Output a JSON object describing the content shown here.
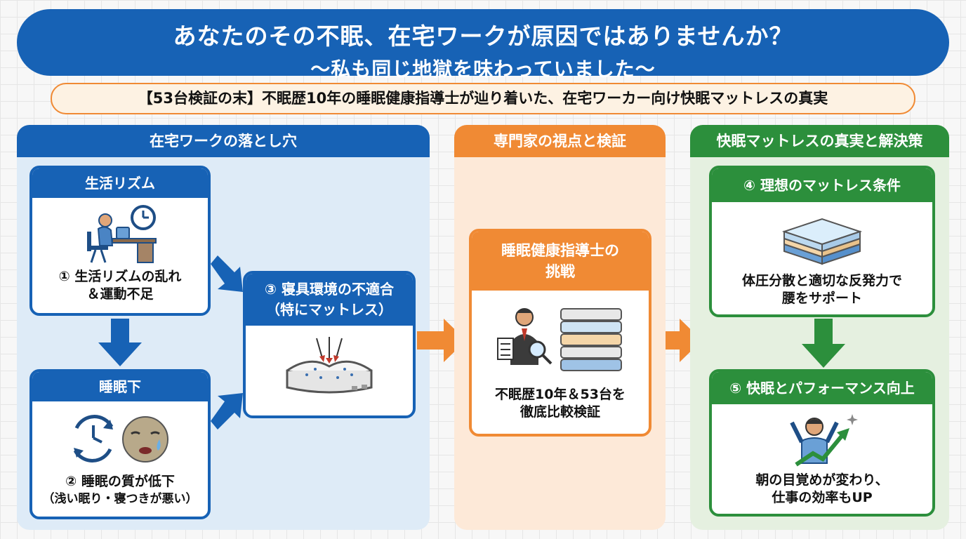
{
  "header": {
    "title": "あなたのその不眠、在宅ワークが原因ではありませんか？",
    "subtitle": "〜私も同じ地獄を味わっていました〜"
  },
  "banner": "【53台検証の末】不眠歴10年の睡眠健康指導士が辿り着いた、在宅ワーカー向け快眠マットレスの真実",
  "sections": {
    "left": {
      "title": "在宅ワークの落とし穴",
      "card_rhythm": {
        "head": "生活リズム",
        "text1": "① 生活リズムの乱れ",
        "text2": "＆運動不足"
      },
      "card_sleep": {
        "head": "睡眠下",
        "text1": "② 睡眠の質が低下",
        "text2": "（浅い眠り・寝つきが悪い）"
      },
      "card_bedding": {
        "head1": "③ 寝具環境の不適合",
        "head2": "（特にマットレス）"
      }
    },
    "middle": {
      "title": "専門家の視点と検証",
      "card": {
        "head1": "睡眠健康指導士の",
        "head2": "挑戦",
        "text1": "不眠歴10年＆53台を",
        "text2": "徹底比較検証"
      }
    },
    "right": {
      "title": "快眠マットレスの真実と解決策",
      "card_ideal": {
        "head": "④ 理想のマットレス条件",
        "text1": "体圧分散と適切な反発力で",
        "text2": "腰をサポート"
      },
      "card_perf": {
        "head": "⑤ 快眠とパフォーマンス向上",
        "text1": "朝の目覚めが変わり、",
        "text2": "仕事の効率もUP"
      }
    }
  },
  "colors": {
    "blue": "#1762b5",
    "orange": "#f08a34",
    "green": "#2c8f3c"
  }
}
